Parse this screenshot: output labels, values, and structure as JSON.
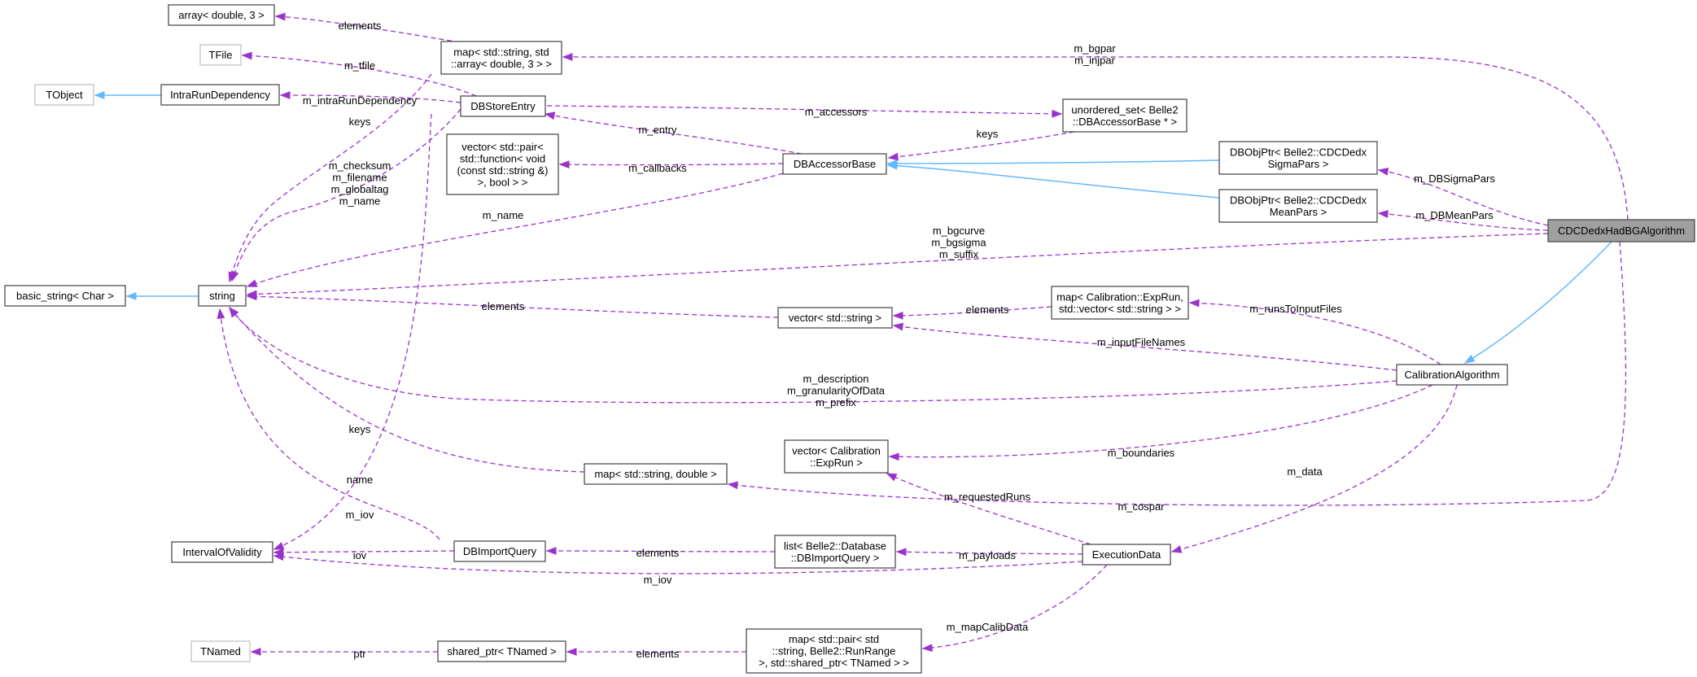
{
  "colors": {
    "usage_edge": "#9a32cd",
    "inherit_edge": "#63b8ff",
    "main_node_fill": "#9f9f9f",
    "node_border": "#404040",
    "external_node_border": "#bfbfbf"
  },
  "nodes": {
    "array_double_3": [
      "array< double, 3 >"
    ],
    "tfile": [
      "TFile"
    ],
    "tobject": [
      "TObject"
    ],
    "intrarundependency": [
      "IntraRunDependency"
    ],
    "map_string_array": [
      "map< std::string, std",
      "::array< double, 3 > >"
    ],
    "dbstoreentry": [
      "DBStoreEntry"
    ],
    "vector_pair_function": [
      "vector< std::pair<",
      "std::function< void",
      "(const std::string &)",
      ">, bool > >"
    ],
    "unordered_set": [
      "unordered_set< Belle2",
      "::DBAccessorBase * >"
    ],
    "dbaccessorbase": [
      "DBAccessorBase"
    ],
    "dbobjptr_sigma": [
      "DBObjPtr< Belle2::CDCDedx",
      "SigmaPars >"
    ],
    "dbobjptr_mean": [
      "DBObjPtr< Belle2::CDCDedx",
      "MeanPars >"
    ],
    "main": [
      "CDCDedxHadBGAlgorithm"
    ],
    "basic_string": [
      "basic_string< Char >"
    ],
    "string": [
      "string"
    ],
    "vector_string": [
      "vector< std::string >"
    ],
    "map_exprun": [
      "map< Calibration::ExpRun,",
      "std::vector< std::string > >"
    ],
    "calibrationalgorithm": [
      "CalibrationAlgorithm"
    ],
    "vector_exprun": [
      "vector< Calibration",
      "::ExpRun >"
    ],
    "map_string_double": [
      "map< std::string, double >"
    ],
    "intervalofvalidity": [
      "IntervalOfValidity"
    ],
    "dbimportquery": [
      "DBImportQuery"
    ],
    "list_dbimportquery": [
      "list< Belle2::Database",
      "::DBImportQuery >"
    ],
    "executiondata": [
      "ExecutionData"
    ],
    "tnamed": [
      "TNamed"
    ],
    "shared_ptr_tnamed": [
      "shared_ptr< TNamed >"
    ],
    "map_pair_runrange": [
      "map< std::pair< std",
      "::string, Belle2::RunRange",
      ">, std::shared_ptr< TNamed > >"
    ]
  },
  "edge_labels": {
    "elements_array": [
      "elements"
    ],
    "m_tfile": [
      "m_tfile"
    ],
    "m_intraRunDependency": [
      "m_intraRunDependency"
    ],
    "keys_map_string_array": [
      "keys"
    ],
    "m_bgpar_injpar": [
      "m_bgpar",
      "m_injpar"
    ],
    "m_accessors": [
      "m_accessors"
    ],
    "m_entry": [
      "m_entry"
    ],
    "keys_unordered_set": [
      "keys"
    ],
    "m_callbacks": [
      "m_callbacks"
    ],
    "dbstoreentry_strings": [
      "m_checksum",
      "m_filename",
      "m_globaltag",
      "m_name"
    ],
    "m_name_accessor": [
      "m_name"
    ],
    "m_DBSigmaPars": [
      "m_DBSigmaPars"
    ],
    "m_DBMeanPars": [
      "m_DBMeanPars"
    ],
    "main_strings": [
      "m_bgcurve",
      "m_bgsigma",
      "m_suffix"
    ],
    "elements_vector_string": [
      "elements"
    ],
    "elements_map_exprun": [
      "elements"
    ],
    "m_runsToInputFiles": [
      "m_runsToInputFiles"
    ],
    "m_inputFileNames": [
      "m_inputFileNames"
    ],
    "calib_strings": [
      "m_description",
      "m_granularityOfData",
      "m_prefix"
    ],
    "keys_map_string_double": [
      "keys"
    ],
    "m_boundaries": [
      "m_boundaries"
    ],
    "m_data": [
      "m_data"
    ],
    "name_dbimportquery": [
      "name"
    ],
    "m_requestedRuns": [
      "m_requestedRuns"
    ],
    "m_cospar": [
      "m_cospar"
    ],
    "m_iov_dbstoreentry": [
      "m_iov"
    ],
    "iov": [
      "iov"
    ],
    "elements_list": [
      "elements"
    ],
    "m_payloads": [
      "m_payloads"
    ],
    "m_iov_execution": [
      "m_iov"
    ],
    "m_mapCalibData": [
      "m_mapCalibData"
    ],
    "ptr": [
      "ptr"
    ],
    "elements_shared_ptr": [
      "elements"
    ]
  }
}
